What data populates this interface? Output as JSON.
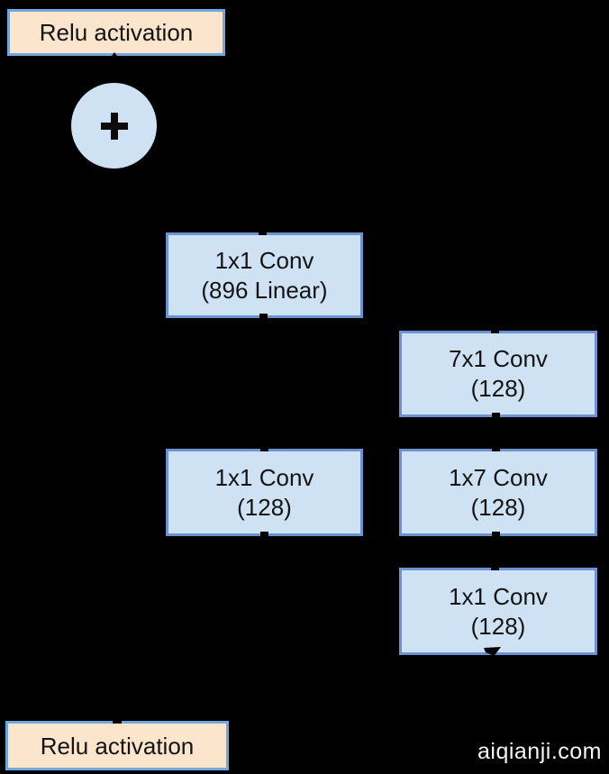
{
  "diagram": {
    "type": "neural-network-block",
    "nodes": {
      "relu_top": {
        "label": "Relu activation"
      },
      "residual_add": {
        "symbol": "+"
      },
      "conv_896": {
        "line1": "1x1 Conv",
        "line2": "(896 Linear)"
      },
      "conv_7x1": {
        "line1": "7x1 Conv",
        "line2": "(128)"
      },
      "conv_1x1_mid": {
        "line1": "1x1 Conv",
        "line2": "(128)"
      },
      "conv_1x7": {
        "line1": "1x7 Conv",
        "line2": "(128)"
      },
      "conv_1x1_right": {
        "line1": "1x1 Conv",
        "line2": "(128)"
      },
      "relu_bottom": {
        "label": "Relu activation"
      }
    },
    "watermark": "aiqianji.com",
    "colors": {
      "background": "#000000",
      "conv_fill": "#cfe2f3",
      "conv_border": "#6b93d1",
      "relu_fill": "#fce5cd",
      "relu_border": "#6fa8dc",
      "circle_fill": "#cfe2f3",
      "text": "#141414",
      "watermark_text": "#f5f5f5"
    }
  }
}
